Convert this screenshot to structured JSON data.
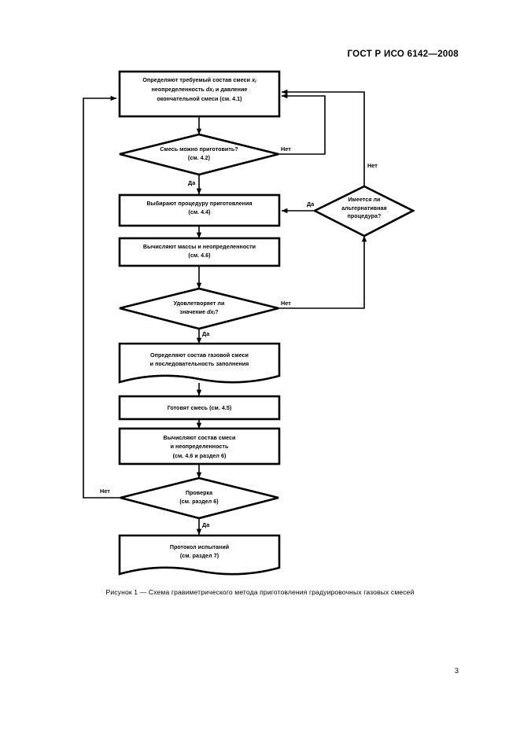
{
  "document": {
    "header": "ГОСТ Р ИСО 6142—2008",
    "page_number": "3",
    "caption": "Рисунок 1 — Схема гравиметрического метода приготовления градуировочных газовых смесей"
  },
  "flowchart": {
    "title": "Схема гравиметрического метода приготовления градуировочных газовых смесей",
    "nodes": [
      {
        "id": "n1",
        "shape": "process",
        "lines": [
          "Определяют требуемый состав смеси x",
          "неопределенность dx",
          " и давление",
          "окончательной смеси (см. 4.1)"
        ],
        "text": "Определяют требуемый состав смеси xi\nнеопределенность dxi и давление\nокончательной смеси (см. 4.1)"
      },
      {
        "id": "n2",
        "shape": "decision",
        "text": "Смесь можно приготовить?\n(см. 4.2)"
      },
      {
        "id": "n3",
        "shape": "decision",
        "text": "Имеется ли\nальтернативная\nпроцедура?"
      },
      {
        "id": "n4",
        "shape": "process",
        "text": "Выбирают процедуру приготовления\n(см. 4.4)"
      },
      {
        "id": "n5",
        "shape": "process",
        "text": "Вычисляют массы и неопределенности\n(см. 4.6)"
      },
      {
        "id": "n6",
        "shape": "decision",
        "text": "Удовлетворяет ли\nзначение dxi?"
      },
      {
        "id": "n7",
        "shape": "document",
        "text": "Определяют состав газовой смеси\nи последовательность заполнения"
      },
      {
        "id": "n8",
        "shape": "process",
        "text": "Готовят смесь (см. 4.5)"
      },
      {
        "id": "n9",
        "shape": "process",
        "text": "Вычисляют состав смеси\nи неопределенность\n(см. 4.6 и раздел 6)"
      },
      {
        "id": "n10",
        "shape": "decision",
        "text": "Проверка\n(см. раздел 6)"
      },
      {
        "id": "n11",
        "shape": "document",
        "text": "Протокол испытаний\n(см. раздел 7)"
      }
    ],
    "edge_labels": {
      "n2_no": "Нет",
      "n2_yes": "Да",
      "n3_no": "Нет",
      "n3_yes": "Да",
      "n6_no": "Нет",
      "n6_yes": "Да",
      "n10_no": "Нет",
      "n10_yes": "Да"
    },
    "colors": {
      "stroke": "#000000",
      "fill": "#ffffff",
      "text": "#000000"
    }
  }
}
